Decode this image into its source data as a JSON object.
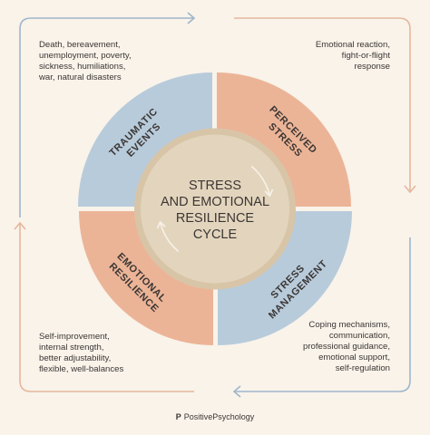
{
  "center": {
    "line1": "STRESS",
    "line2": "AND EMOTIONAL",
    "line3": "RESILIENCE",
    "line4": "CYCLE"
  },
  "quadrants": [
    {
      "id": "traumatic",
      "line1": "TRAUMATIC",
      "line2": "EVENTS",
      "color": "#b8cbdb"
    },
    {
      "id": "perceived",
      "line1": "PERCEIVED",
      "line2": "STRESS",
      "color": "#ecb497"
    },
    {
      "id": "management",
      "line1": "STRESS",
      "line2": "MANAGEMENT",
      "color": "#b8cbdb"
    },
    {
      "id": "resilience",
      "line1": "EMOTIONAL",
      "line2": "RESILIENCE",
      "color": "#ecb497"
    }
  ],
  "notes": {
    "top_left": "Death, bereavement,\nunemployment, poverty,\nsickness, humiliations,\nwar, natural disasters",
    "top_right": "Emotional reaction,\nfight-or-flight\nresponse",
    "bottom_left": "Self-improvement,\ninternal strength,\nbetter adjustability,\nflexible, well-balances",
    "bottom_right": "Coping mechanisms,\ncommunication,\nprofessional guidance,\nemotional support,\nself-regulation"
  },
  "brand": {
    "logo": "P",
    "name": "PositivePsychology"
  },
  "colors": {
    "background": "#f9f3ea",
    "blue": "#b8cbdb",
    "peach": "#ecb497",
    "center_ring": "#d8c5a8",
    "center_fill": "#e3d5bd",
    "blue_arrow": "#9fb6cb",
    "peach_arrow": "#e6b79d"
  }
}
